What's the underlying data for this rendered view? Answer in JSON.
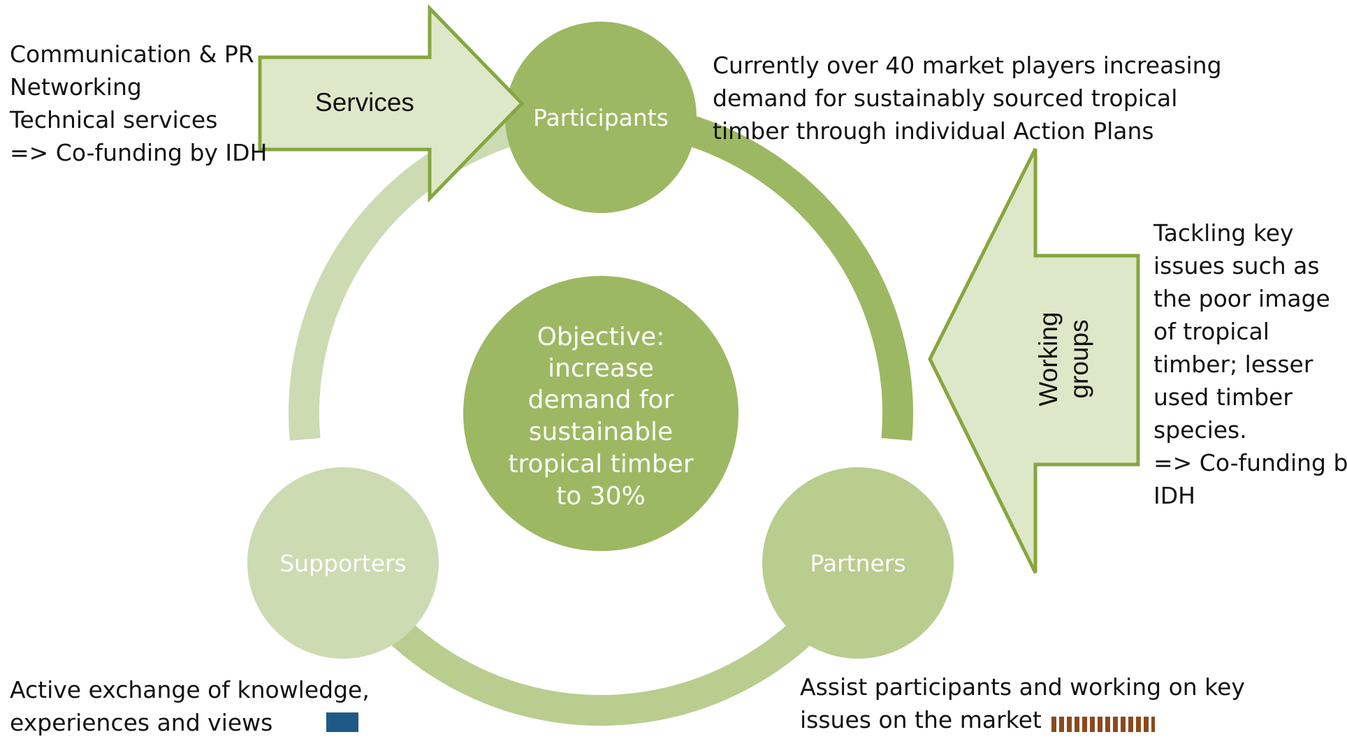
{
  "colors": {
    "ring_dark": "#9db862",
    "ring_mid": "#b9cd8f",
    "ring_light": "#ccdbb2",
    "arrow_fill": "#dde8c8",
    "arrow_stroke": "#86a640",
    "node_text": "#ffffff",
    "body_text": "#111111",
    "logo_blue": "#1f5a86",
    "logo_brown": "#8a4a1c"
  },
  "nodes": {
    "participants": "Participants",
    "partners": "Partners",
    "supporters": "Supporters"
  },
  "center": {
    "lines": [
      "Objective:",
      "increase",
      "demand for",
      "sustainable",
      "tropical timber",
      "to 30%"
    ]
  },
  "arrows": {
    "services": "Services",
    "working_groups": [
      "Working",
      "groups"
    ]
  },
  "notes": {
    "services_list": [
      "Communication & PR",
      "Networking",
      "Technical services",
      "=> Co-funding by IDH"
    ],
    "participants_desc": [
      "Currently over 40 market players increasing",
      "demand for sustainably sourced tropical",
      "timber through individual Action Plans"
    ],
    "working_groups_desc": [
      "Tackling key",
      "issues such as",
      "the poor image",
      "of tropical",
      "timber; lesser",
      "used timber",
      "species.",
      "=> Co-funding by",
      "IDH"
    ],
    "supporters_desc": [
      "Active exchange of knowledge,",
      "experiences and views"
    ],
    "partners_desc": [
      "Assist participants and working on key",
      "issues on the market"
    ]
  }
}
